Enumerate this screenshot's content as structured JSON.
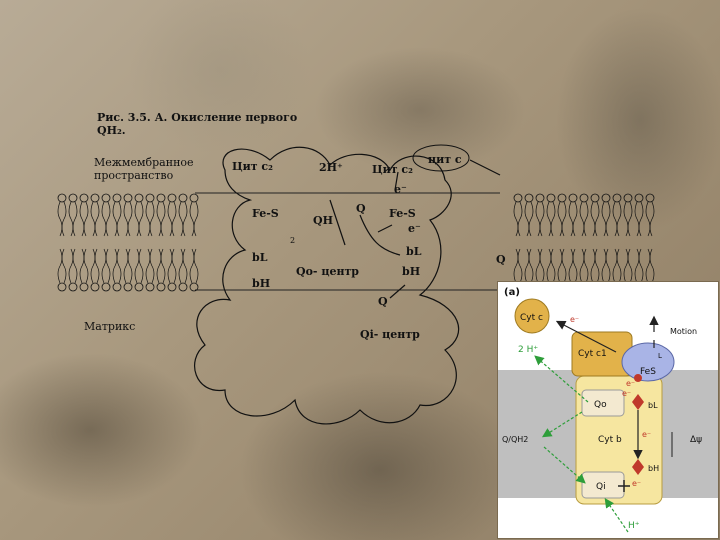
{
  "caption": {
    "line1": "Рис. 3.5. А. Окисление первого",
    "line2": "QH₂."
  },
  "labels": {
    "intermembrane": [
      "Межмембранное",
      "пространство"
    ],
    "matrix": "Матрикс",
    "cyt_c2_left": "Цит c₂",
    "two_h": "2H⁺",
    "cyt_c2_right": "Цит c₂",
    "cyt_c_top": "цит c",
    "e_top": "e⁻",
    "q_top": "Q",
    "fes_left": "Fe-S",
    "qh": "QH",
    "fes_right": "Fe-S",
    "e_right": "e⁻",
    "bl_left": "bL",
    "bl_right": "bL",
    "bh_left": "bH",
    "bh_right": "bH",
    "qo_center": "Qo- центр",
    "q_right": "Q",
    "q_lower": "Q",
    "qi_center": "Qi- центр",
    "small_mark": "2"
  },
  "inset": {
    "panel_label": "(a)",
    "cyt_c": "Cyt c",
    "e1": "e⁻",
    "motion": "Motion",
    "two_h": "2 H⁺",
    "cyt_c1": "Cyt c1",
    "l_mark": "L",
    "fes": "FeS",
    "e2": "e⁻",
    "qo": "Qo",
    "e3": "e⁻",
    "bl": "bL",
    "q_qh2": "Q/QH2",
    "cyt_b": "Cyt b",
    "e4": "e⁻",
    "delta_psi": "Δψ",
    "bh": "bH",
    "qi": "Qi",
    "e5": "e⁻",
    "h_plus": "H⁺"
  },
  "colors": {
    "membrane_band": "#bfbfbf",
    "cyt_b_fill": "#f6e6a0",
    "cyt_c_fill": "#e2b24a",
    "fes_fill": "#a9b4e6",
    "heme_red": "#c0392b",
    "arrow_green": "#2e9e3a"
  }
}
